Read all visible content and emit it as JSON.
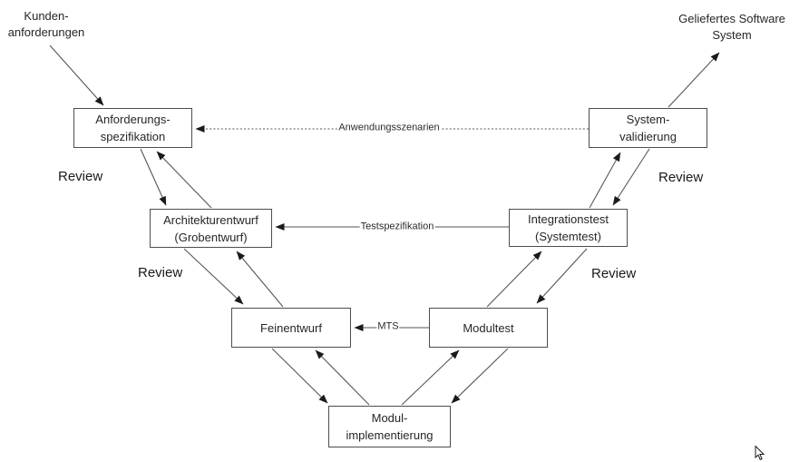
{
  "diagram": {
    "notes": {
      "customer_requirements": {
        "line1": "Kunden-",
        "line2": "anforderungen"
      },
      "delivered_system": {
        "line1": "Geliefertes Software",
        "line2": "System"
      }
    },
    "boxes": {
      "anforderungsspezifikation": {
        "line1": "Anforderungs-",
        "line2": "spezifikation"
      },
      "systemvalidierung": {
        "line1": "System-",
        "line2": "validierung"
      },
      "architekturentwurf": {
        "line1": "Architekturentwurf",
        "line2": "(Grobentwurf)"
      },
      "integrationstest": {
        "line1": "Integrationstest",
        "line2": "(Systemtest)"
      },
      "feinentwurf": {
        "line1": "Feinentwurf"
      },
      "modultest": {
        "line1": "Modultest"
      },
      "modulimplementierung": {
        "line1": "Modul-",
        "line2": "implementierung"
      }
    },
    "connector_labels": {
      "anwendungsszenarien": "Anwendungsszenarien",
      "testspezifikation": "Testspezifikation",
      "mts": "MTS"
    },
    "review_label": "Review",
    "colors": {
      "box_border": "#4d4d4d",
      "line": "#565656",
      "arrowhead": "#1a1a1a",
      "text": "#262626",
      "background": "#ffffff"
    }
  }
}
